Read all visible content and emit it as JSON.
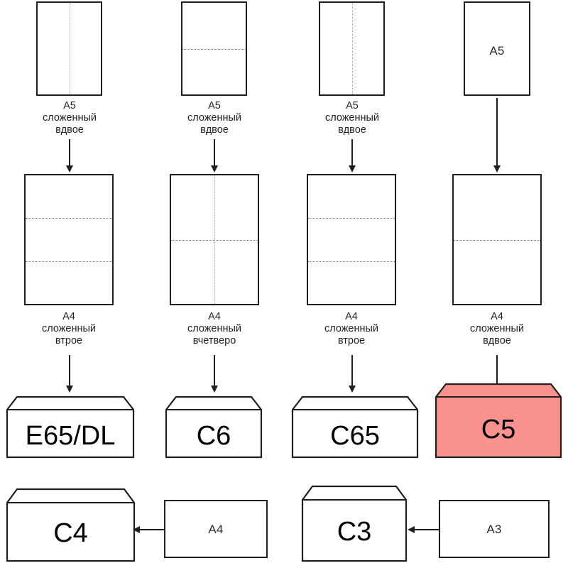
{
  "diagram": {
    "title": "Envelope and paper format fold chart",
    "language": "ru",
    "colors": {
      "stroke": "#1f1f1f",
      "paper_fill": "#ffffff",
      "fold_line": "#7a7a7a",
      "highlight_fill": "#f9928f",
      "highlight_flap_fill": "#fbaaa7",
      "text": "#1a1a1a"
    }
  },
  "columns": [
    {
      "id": "col1",
      "top_sheet": {
        "format": "A5",
        "fold": "vertical",
        "label_inside": ""
      },
      "top_caption": "A5\nсложенный\nвдвое",
      "mid_sheet": {
        "format": "A4",
        "fold": "thirds-horizontal",
        "label_inside": ""
      },
      "mid_caption": "A4\nсложенный\nвтрое",
      "envelope": {
        "label": "E65/DL",
        "highlighted": false
      }
    },
    {
      "id": "col2",
      "top_sheet": {
        "format": "A5",
        "fold": "horizontal",
        "label_inside": ""
      },
      "top_caption": "A5\nсложенный\nвдвое",
      "mid_sheet": {
        "format": "A4",
        "fold": "cross",
        "label_inside": ""
      },
      "mid_caption": "A4\nсложенный\nвчетверо",
      "envelope": {
        "label": "C6",
        "highlighted": false
      }
    },
    {
      "id": "col3",
      "top_sheet": {
        "format": "A5",
        "fold": "vertical",
        "label_inside": ""
      },
      "top_caption": "A5\nсложенный\nвдвое",
      "mid_sheet": {
        "format": "A4",
        "fold": "thirds-horizontal",
        "label_inside": ""
      },
      "mid_caption": "A4\nсложенный\nвтрое",
      "envelope": {
        "label": "C65",
        "highlighted": false
      }
    },
    {
      "id": "col4",
      "top_sheet": {
        "format": "A5",
        "fold": "none",
        "label_inside": "A5"
      },
      "top_caption": "",
      "mid_sheet": {
        "format": "A4",
        "fold": "horizontal",
        "label_inside": ""
      },
      "mid_caption": "A4\nсложенный\nвдвое",
      "envelope": {
        "label": "C5",
        "highlighted": true
      }
    }
  ],
  "bottom_row": [
    {
      "id": "c4-pair",
      "envelope_label": "C4",
      "sheet_label": "A4"
    },
    {
      "id": "c3-pair",
      "envelope_label": "C3",
      "sheet_label": "A3"
    }
  ]
}
